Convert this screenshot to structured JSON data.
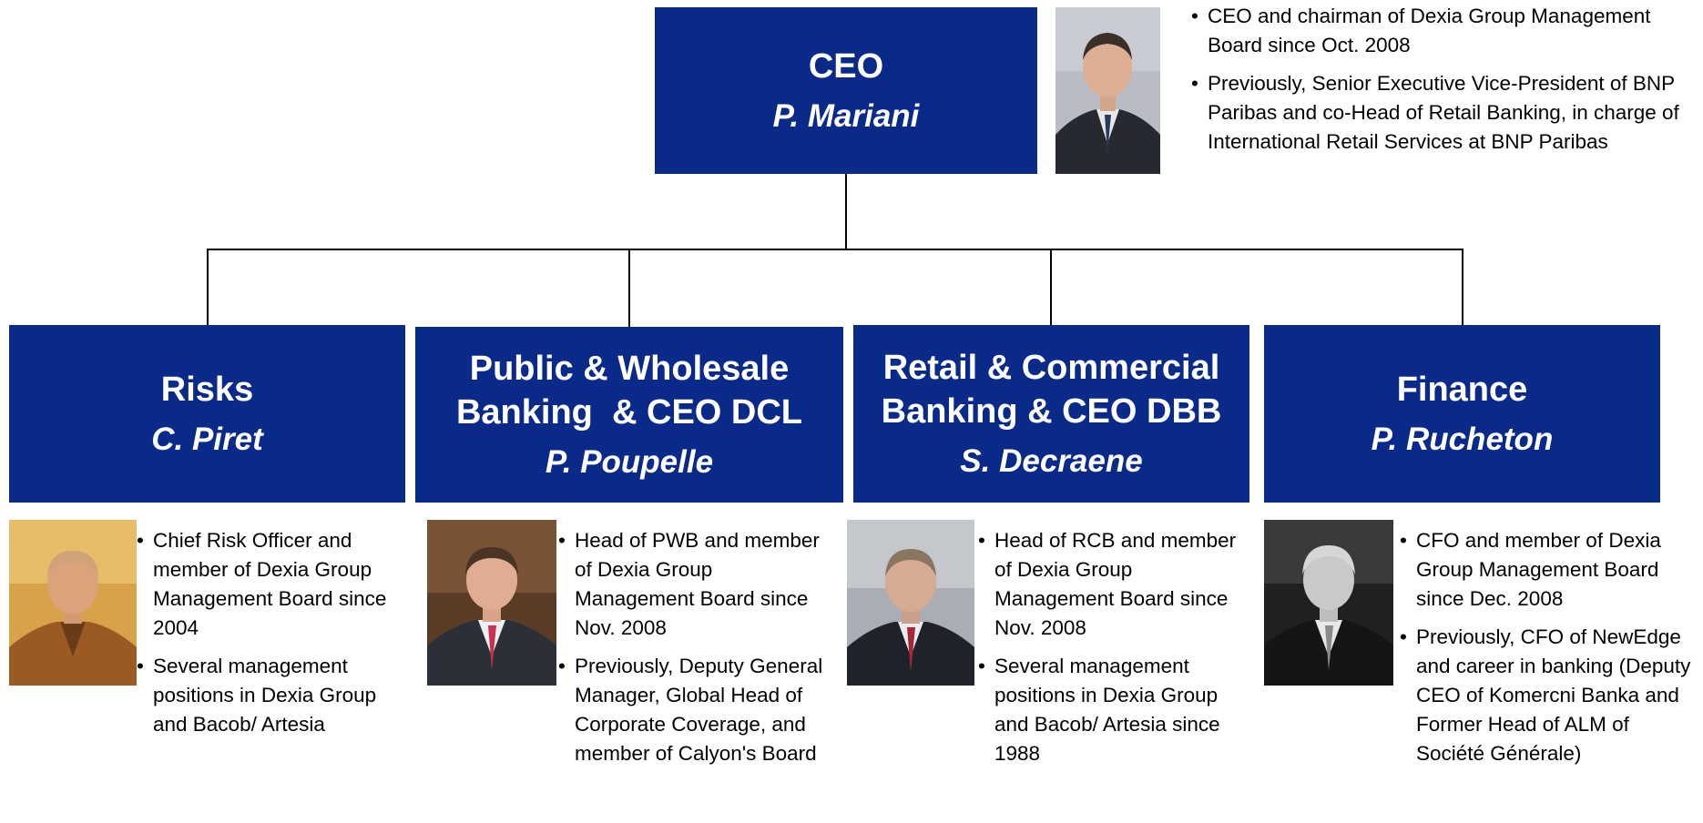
{
  "ceo": {
    "role": "CEO",
    "name": "P. Mariani",
    "bio": [
      "CEO and chairman of Dexia Group Management Board since Oct. 2008",
      "Previously, Senior Executive Vice-President of BNP Paribas and co-Head of Retail Banking, in charge of International Retail Services at BNP Paribas"
    ]
  },
  "executives": [
    {
      "role_lines": [
        "Risks"
      ],
      "name": "C. Piret",
      "bio": [
        "Chief Risk Officer and member of Dexia Group Management Board since 2004",
        "Several management positions in Dexia Group and Bacob/ Artesia"
      ]
    },
    {
      "role_lines": [
        "Public & Wholesale",
        "Banking  & CEO DCL"
      ],
      "name": "P. Poupelle",
      "bio": [
        "Head of PWB and member of Dexia Group Management Board since Nov. 2008",
        "Previously, Deputy General Manager, Global Head of Corporate Coverage, and member of Calyon's Board"
      ]
    },
    {
      "role_lines": [
        "Retail & Commercial",
        "Banking & CEO DBB"
      ],
      "name": "S. Decraene",
      "bio": [
        "Head of RCB and member of Dexia Group Management Board since Nov. 2008",
        "Several management positions in Dexia Group and Bacob/ Artesia since 1988"
      ]
    },
    {
      "role_lines": [
        "Finance"
      ],
      "name": "P. Rucheton",
      "bio": [
        "CFO and member of Dexia Group Management Board since Dec. 2008",
        "Previously, CFO of NewEdge and career in banking (Deputy CEO of Komercni Banka and Former Head of ALM of Société Générale)"
      ]
    }
  ],
  "colors": {
    "box_fill": "#0a2a8a",
    "box_text": "#ffffff",
    "connector": "#000000"
  }
}
